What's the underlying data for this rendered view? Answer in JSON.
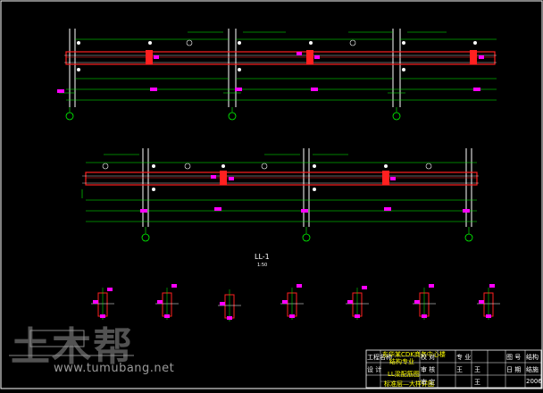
{
  "drawing": {
    "section_label": "LL-1",
    "section_sub": "1:50",
    "colors": {
      "background": "#000000",
      "beam_red": "#ff2020",
      "dim_green": "#00ff00",
      "line_white": "#ffffff",
      "tag_magenta": "#ff00ff",
      "axis_yellow": "#ffff00"
    }
  },
  "title_block": {
    "project_title": "东华某CDK商务中心楼",
    "project_sub": "结构专业",
    "drawing_name": "LL梁配筋图",
    "drawing_sub": "标准层—大样详图",
    "cell_labels": [
      "工程名称",
      "设 计",
      "校 对",
      "审 核",
      "审 定",
      "专 业",
      "图 号",
      "日 期"
    ],
    "cells_right": [
      "结构",
      "结施",
      "2006"
    ],
    "small_values": [
      "王",
      "王",
      "王"
    ]
  },
  "watermark": {
    "brand_cn": "土木帮",
    "url": "www.tumubang.net"
  }
}
